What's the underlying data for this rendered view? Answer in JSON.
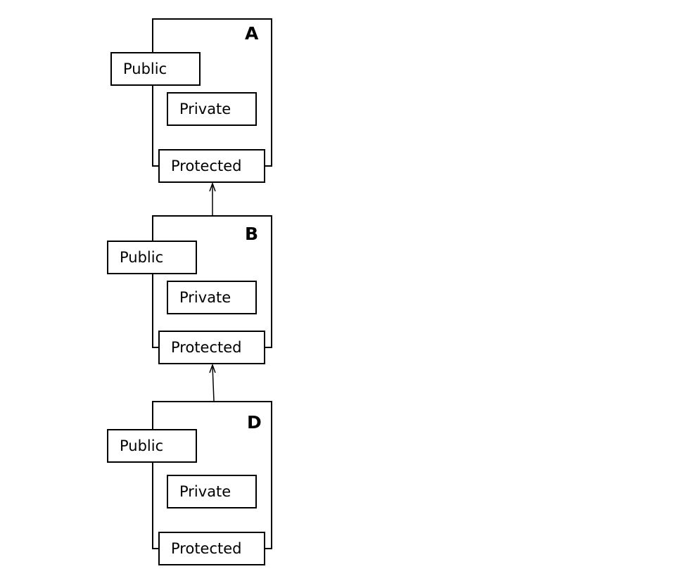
{
  "classes": [
    {
      "name": "A",
      "public": "Public",
      "private": "Private",
      "protected": "Protected"
    },
    {
      "name": "B",
      "public": "Public",
      "private": "Private",
      "protected": "Protected"
    },
    {
      "name": "D",
      "public": "Public",
      "private": "Private",
      "protected": "Protected"
    }
  ],
  "edges": [
    {
      "from": "B",
      "to": "A"
    },
    {
      "from": "D",
      "to": "B"
    }
  ]
}
